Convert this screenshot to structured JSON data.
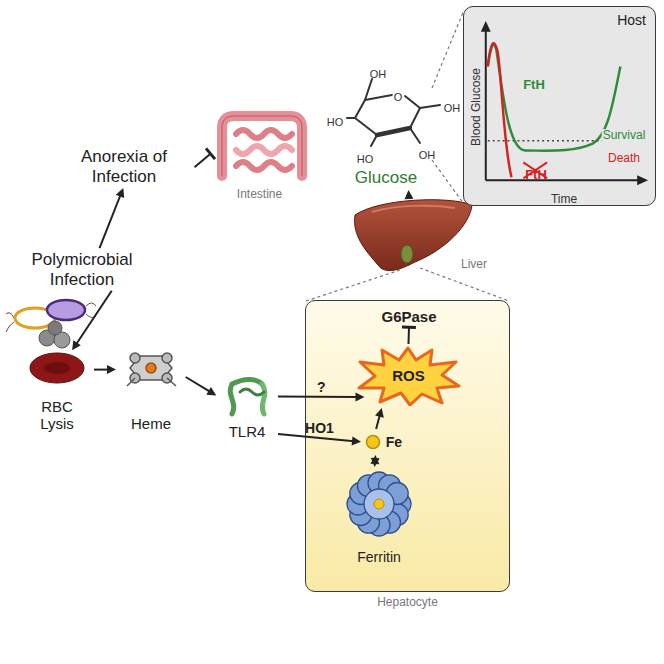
{
  "diagram": {
    "nodes": [
      {
        "text": [
          "Polymicrobial Infection"
        ]
      },
      {
        "text": [
          "Anorexia of Infection"
        ]
      },
      {
        "text": [
          "Intestine"
        ]
      },
      {
        "text": [
          "Glucose"
        ]
      },
      {
        "text": [
          "Host"
        ]
      },
      {
        "text": [
          "Liver"
        ]
      },
      {
        "text": [
          "Hepatocyte"
        ]
      },
      {
        "text": [
          "G6Pase"
        ],
        "in": 6
      },
      {
        "text": [
          "ROS"
        ],
        "in": 6
      },
      {
        "text": [
          "Fe"
        ],
        "in": 6
      },
      {
        "text": [
          "Ferritin"
        ],
        "in": 6
      },
      {
        "text": [
          "RBC Lysis"
        ]
      },
      {
        "text": [
          "Heme"
        ]
      },
      {
        "text": [
          "TLR4"
        ]
      }
    ],
    "edges": [
      {
        "from": 0,
        "to": 1,
        "arrow": "to"
      },
      {
        "from": 1,
        "to": 2,
        "arrow": "to"
      },
      {
        "from": 5,
        "to": 3,
        "arrow": "to"
      },
      {
        "from": 0,
        "to": 11,
        "arrow": "to"
      },
      {
        "from": 11,
        "to": 12,
        "arrow": "to"
      },
      {
        "from": 12,
        "to": 13,
        "arrow": "to"
      },
      {
        "from": 13,
        "to": 9,
        "label": "HO1",
        "arrow": "to"
      },
      {
        "from": 13,
        "to": 8,
        "label": "?",
        "arrow": "to"
      },
      {
        "from": 9,
        "to": 8,
        "arrow": "to"
      },
      {
        "from": 9,
        "to": 10,
        "arrow": "both"
      },
      {
        "from": 8,
        "to": 7,
        "arrow": "to"
      }
    ],
    "labels": [
      "O",
      "OH",
      "HO",
      "HO",
      "OH",
      "OH",
      "Blood Glucose",
      "Time",
      "FtH",
      "Survival",
      "Death",
      "FtH"
    ]
  }
}
